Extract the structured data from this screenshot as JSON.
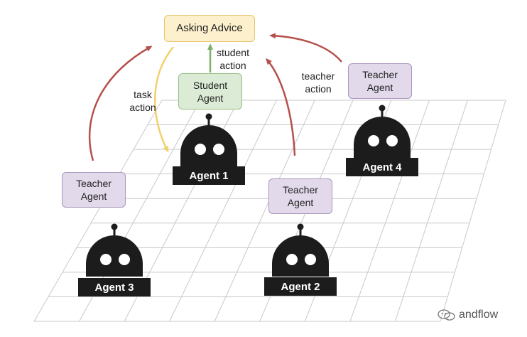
{
  "boxes": {
    "asking_advice": "Asking Advice",
    "student_agent": "Student\nAgent",
    "teacher_agent_3": "Teacher\nAgent",
    "teacher_agent_2": "Teacher\nAgent",
    "teacher_agent_4": "Teacher\nAgent"
  },
  "edge_labels": {
    "student_action": "student\naction",
    "task_action": "task\naction",
    "teacher_action": "teacher\naction"
  },
  "agents": {
    "agent1": "Agent 1",
    "agent2": "Agent 2",
    "agent3": "Agent 3",
    "agent4": "Agent 4"
  },
  "watermark": "andflow",
  "colors": {
    "advice_fill": "#fdf0cd",
    "student_fill": "#dcebd5",
    "teacher_fill": "#e2d9eb",
    "teacher_arrow": "#b5504b",
    "student_arrow": "#7fb069",
    "task_arrow": "#f2d06b",
    "robot": "#1c1c1c"
  },
  "icons": {
    "robot": "robot-icon",
    "watermark": "wechat-icon"
  }
}
